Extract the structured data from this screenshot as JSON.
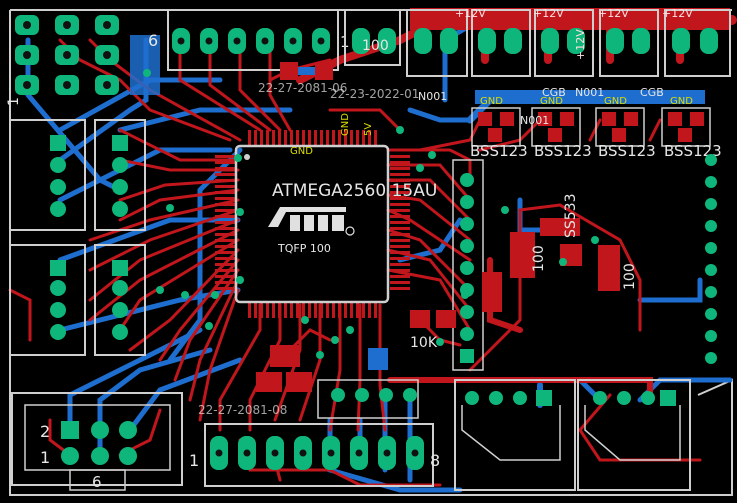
{
  "board": {
    "mcu_label": "ATMEGA2560 15AU",
    "package_label": "TQFP 100",
    "logo_name": "atmel-logo"
  },
  "rails": {
    "v12": "+12V",
    "v5": "5V",
    "gnd": "GND"
  },
  "components": {
    "mosfets": [
      "BSS123",
      "BSS123",
      "BSS123",
      "BSS123"
    ],
    "resistor_10k": "10K",
    "diode_label": "SS533",
    "cap_label": "100",
    "misc_labels": [
      "CGB",
      "CGB",
      "N001",
      "N001",
      "N001"
    ]
  },
  "connectors": {
    "top_header_left_num": "6",
    "top_header_right_num": "1",
    "bottom_header_left_num": "1",
    "bottom_header_right_num": "8",
    "isp_row1_num": "2",
    "isp_row2_num": "1",
    "isp_bottom_num": "6",
    "left_stack_num": "1"
  },
  "dates": {
    "date_a": "22-27-2081-06",
    "date_b": "22-23-2022-01",
    "date_c": "22-27-2081-08"
  },
  "colors": {
    "background": "#000000",
    "top_copper": "#c0161c",
    "bottom_copper": "#1e6ecf",
    "pad": "#0fb67b",
    "silkscreen": "#e0e0e0",
    "gnd_text": "#dddd00"
  }
}
